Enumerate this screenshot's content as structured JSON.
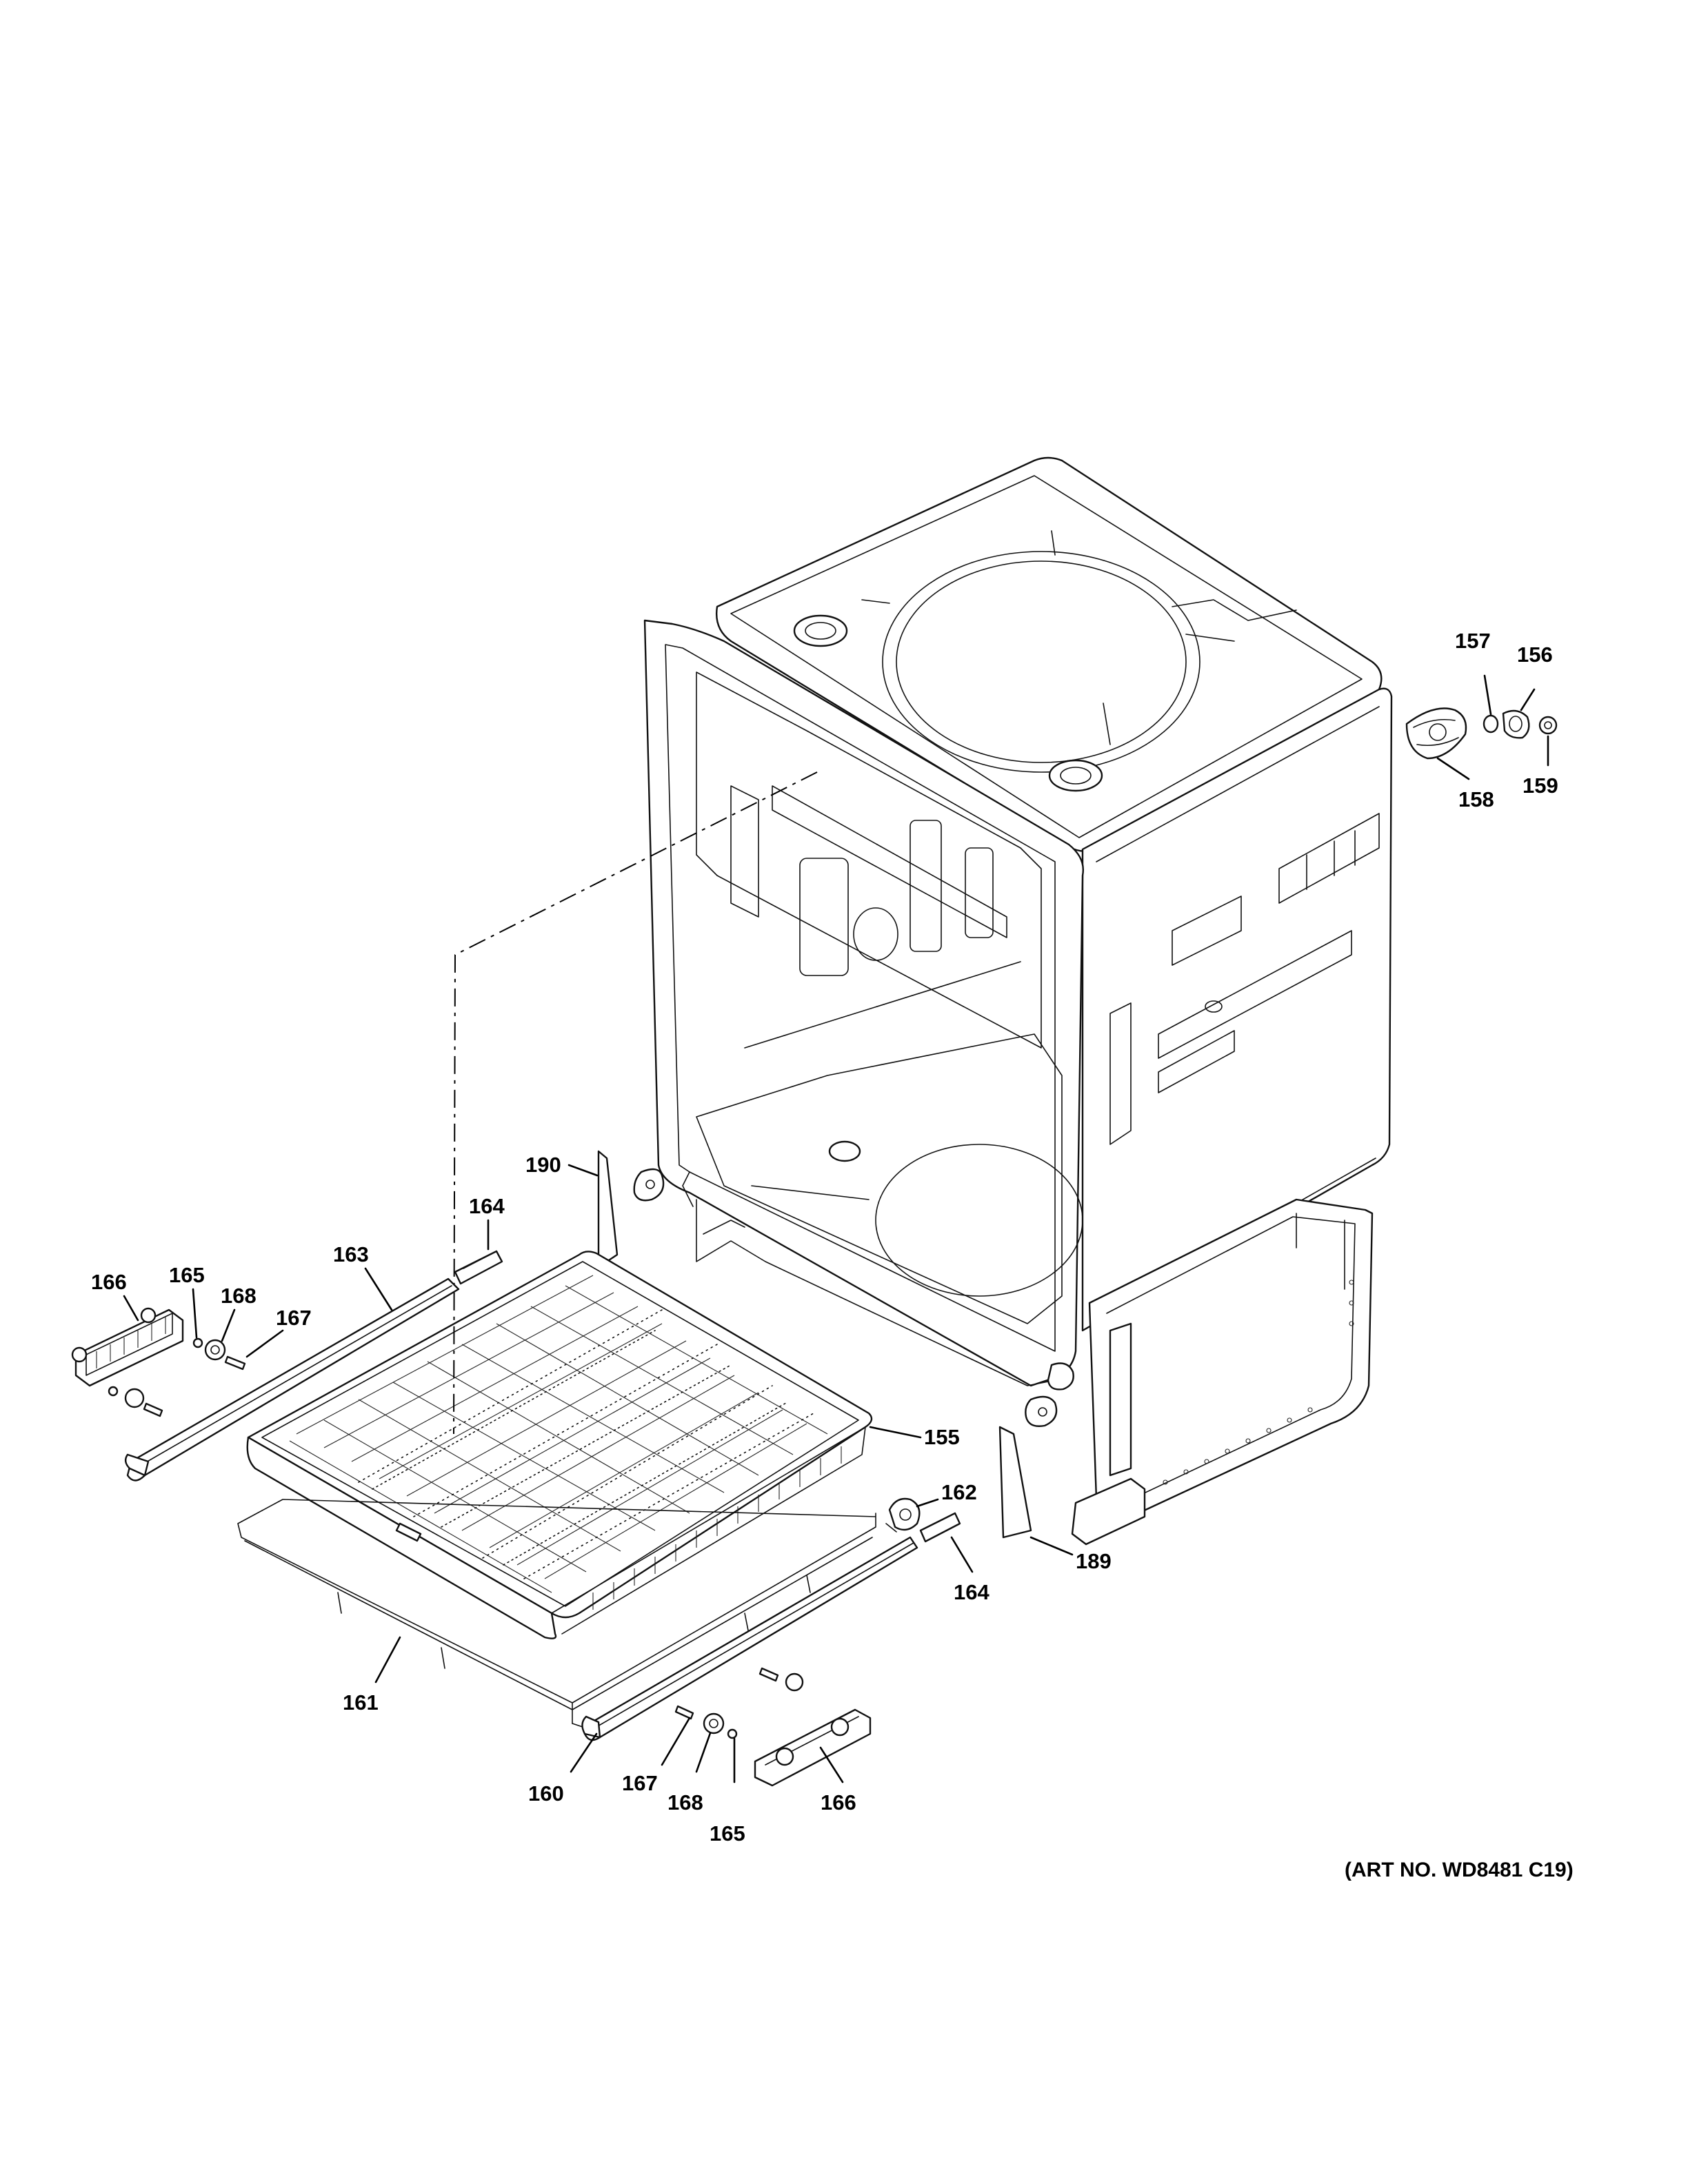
{
  "labels": {
    "l155": "155",
    "l156": "156",
    "l157": "157",
    "l158": "158",
    "l159": "159",
    "l160": "160",
    "l161": "161",
    "l162": "162",
    "l163": "163",
    "l164a": "164",
    "l164b": "164",
    "l165a": "165",
    "l165b": "165",
    "l166a": "166",
    "l166b": "166",
    "l167a": "167",
    "l167b": "167",
    "l168a": "168",
    "l168b": "168",
    "l189": "189",
    "l190": "190"
  },
  "art_number": "(ART NO. WD8481 C19)"
}
